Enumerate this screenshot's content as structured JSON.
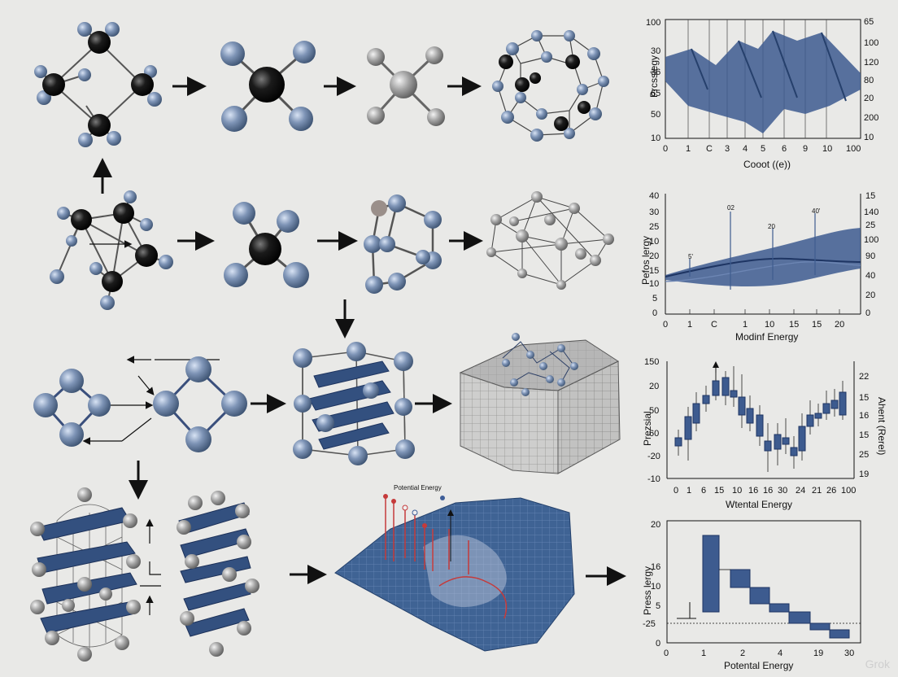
{
  "figure": {
    "panel1": {
      "ylabel": "Prcsslegy",
      "xlabel": "Cooot ((e))",
      "left_ticks": [
        "100",
        "36",
        "65",
        "30",
        "50",
        "10"
      ],
      "right_ticks": [
        "65",
        "100",
        "120",
        "80",
        "20",
        "200",
        "10"
      ],
      "x_ticks": [
        "0",
        "1",
        "C",
        "3",
        "4",
        "5",
        "6",
        "9",
        "10",
        "100"
      ]
    },
    "panel2": {
      "ylabel": "Pefos lergy",
      "xlabel": "Modinf Energy",
      "left_ticks": [
        "40",
        "30",
        "25",
        "10",
        "20",
        "15",
        "10",
        "5",
        "0"
      ],
      "right_ticks": [
        "15",
        "140",
        "25",
        "100",
        "90",
        "40",
        "20",
        "0"
      ],
      "x_ticks": [
        "0",
        "1",
        "C",
        "1",
        "10",
        "15",
        "15",
        "20"
      ],
      "annotations": [
        "02",
        "20",
        "40'",
        "5'"
      ]
    },
    "panel3": {
      "ylabel": "Prezsial",
      "right_label": "Ahent (Rerel)",
      "xlabel": "Wtental Energy",
      "left_ticks": [
        "150",
        "20",
        "50",
        "60",
        "-20",
        "-10"
      ],
      "right_ticks": [
        "22",
        "15",
        "16",
        "15",
        "25",
        "19"
      ],
      "x_ticks": [
        "0",
        "1",
        "6",
        "15",
        "10",
        "16",
        "16",
        "30",
        "24",
        "21",
        "26",
        "100"
      ]
    },
    "panel4": {
      "ylabel": "Press lergy",
      "xlabel": "Potental Energy",
      "left_ticks": [
        "20",
        "16",
        "10",
        "5",
        "-25",
        "0"
      ],
      "x_ticks": [
        "0",
        "1",
        "2",
        "4",
        "19",
        "30"
      ]
    },
    "surface_label": "Potential Energy",
    "watermark": "Grok"
  },
  "colors": {
    "blue_atom": "#7e94b6",
    "black_atom": "#141414",
    "gray_atom": "#8e8e8e",
    "ribbon": "#33507f",
    "surface": "#3f6394",
    "chart_line": "#3d5b8f",
    "background": "#e9e9e7"
  }
}
